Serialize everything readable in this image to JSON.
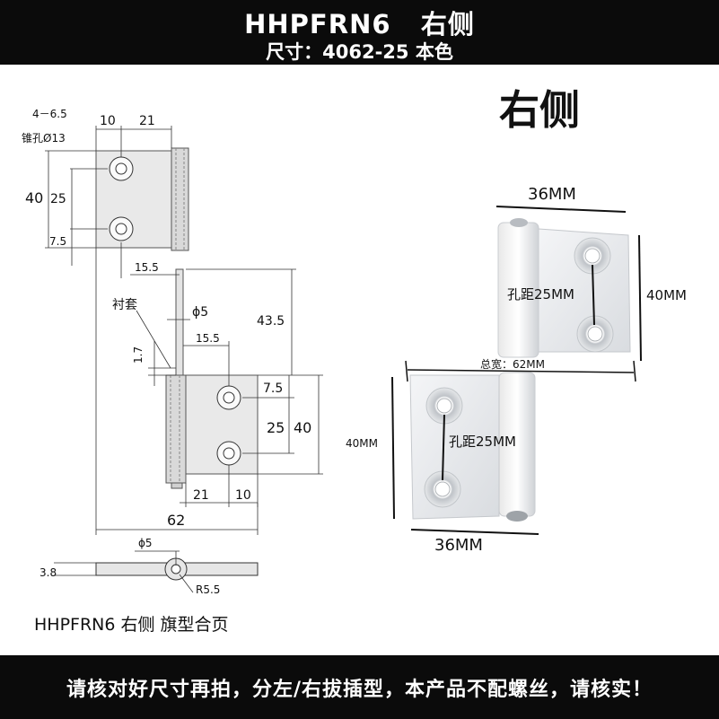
{
  "header": {
    "model": "HHPFRN6",
    "side": "右侧",
    "spec": "尺寸：4062-25 本色"
  },
  "side_heading": "右侧",
  "drawing": {
    "hole_spec_1": "4－6.5",
    "hole_spec_2": "锥孔Ø13",
    "dim_10_top": "10",
    "dim_21_top": "21",
    "dim_40_left": "40",
    "dim_25_left": "25",
    "dim_7_5_left": "7.5",
    "dim_15_5_a": "15.5",
    "bushing_label": "衬套",
    "dim_phi5": "ϕ5",
    "dim_43_5": "43.5",
    "dim_1_7": "1.7",
    "dim_15_5_b": "15.5",
    "dim_7_5_right": "7.5",
    "dim_25_right": "25",
    "dim_40_right": "40",
    "dim_21_bottom": "21",
    "dim_10_bottom": "10",
    "dim_62": "62",
    "dim_phi5_bottom": "ϕ5",
    "dim_3_8": "3.8",
    "dim_r5_5": "R5.5"
  },
  "photo": {
    "top_width": "36MM",
    "top_height": "40MM",
    "top_hole": "孔距25MM",
    "total_width": "总宽：62MM",
    "bottom_height": "40MM",
    "bottom_hole": "孔距25MM",
    "bottom_width": "36MM"
  },
  "caption": "HHPFRN6 右侧 旗型合页",
  "footer": {
    "note": "请核对好尺寸再拍，分左/右拔插型，本产品不配螺丝，请核实！"
  }
}
